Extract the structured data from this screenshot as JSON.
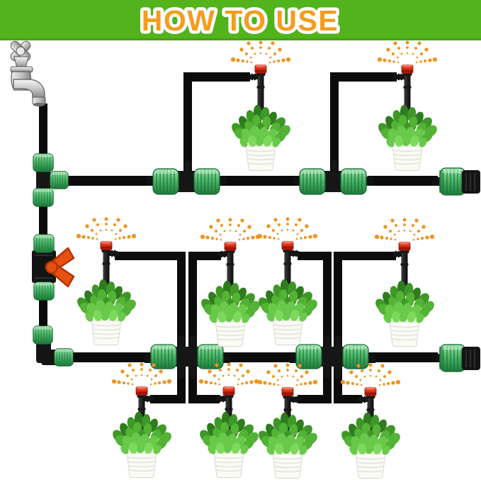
{
  "banner": {
    "title": "HOW TO USE"
  },
  "colors": {
    "banner_green": "#52b31d",
    "title_orange": "#f59c1e",
    "title_outline": "#ffffff",
    "pipe_black": "#0b0b0b",
    "connector_green": "#4cb76a",
    "valve_handle_orange": "#e6510f",
    "sprinkler_head_red": "#d92c14",
    "spray_dot_orange": "#ef9420",
    "plant_green": "#52b335",
    "pot_white": "#fafaf6",
    "faucet_chrome": "#c9c9c9"
  },
  "components": [
    {
      "name": "water-faucet",
      "count": 1
    },
    {
      "name": "tee-connector",
      "count": 1
    },
    {
      "name": "shut-off-valve",
      "count": 1
    },
    {
      "name": "elbow-connector",
      "count": 1
    },
    {
      "name": "straight-coupling-with-riser-barb",
      "count": 2
    },
    {
      "name": "four-way-coupling",
      "count": 2
    },
    {
      "name": "end-plug",
      "count": 2
    },
    {
      "name": "micro-sprinkler-dripper",
      "count": 10
    },
    {
      "name": "potted-plant",
      "count": 10
    },
    {
      "name": "main-hose-line",
      "count": 2
    }
  ],
  "layout": {
    "rows_of_sprinklers": 3,
    "sprinklers_row1": 2,
    "sprinklers_row2": 4,
    "sprinklers_row3": 4
  }
}
